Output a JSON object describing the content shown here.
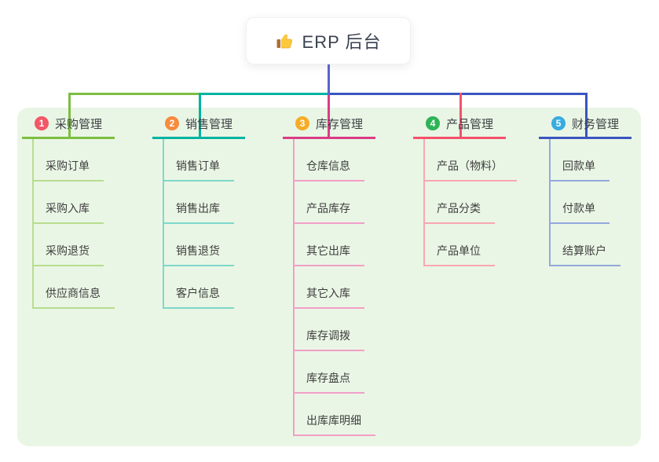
{
  "canvas": {
    "background": "#EAF6E5"
  },
  "root": {
    "icon": "thumbs-up-icon",
    "label": "ERP 后台",
    "line_color": "#5B63CD"
  },
  "branches": [
    {
      "num": "1",
      "label": "采购管理",
      "badge_color": "#F25767",
      "line_color": "#7CBE41",
      "child_line_color": "#B7DD8F",
      "children": [
        "采购订单",
        "采购入库",
        "采购退货",
        "供应商信息"
      ]
    },
    {
      "num": "2",
      "label": "销售管理",
      "badge_color": "#F78B3E",
      "line_color": "#00B3A1",
      "child_line_color": "#7ED8CB",
      "children": [
        "销售订单",
        "销售出库",
        "销售退货",
        "客户信息"
      ]
    },
    {
      "num": "3",
      "label": "库存管理",
      "badge_color": "#F5AD27",
      "line_color": "#DB3C86",
      "child_line_color": "#F19FC7",
      "children": [
        "仓库信息",
        "产品库存",
        "其它出库",
        "其它入库",
        "库存调拨",
        "库存盘点",
        "出库库明细"
      ]
    },
    {
      "num": "4",
      "label": "产品管理",
      "badge_color": "#2FB357",
      "line_color": "#F4516C",
      "child_line_color": "#F8A7B1",
      "children": [
        "产品（物料）",
        "产品分类",
        "产品单位"
      ]
    },
    {
      "num": "5",
      "label": "财务管理",
      "badge_color": "#38ABE0",
      "line_color": "#3A55BF",
      "child_line_color": "#93A8DD",
      "children": [
        "回款单",
        "付款单",
        "结算账户"
      ]
    }
  ]
}
